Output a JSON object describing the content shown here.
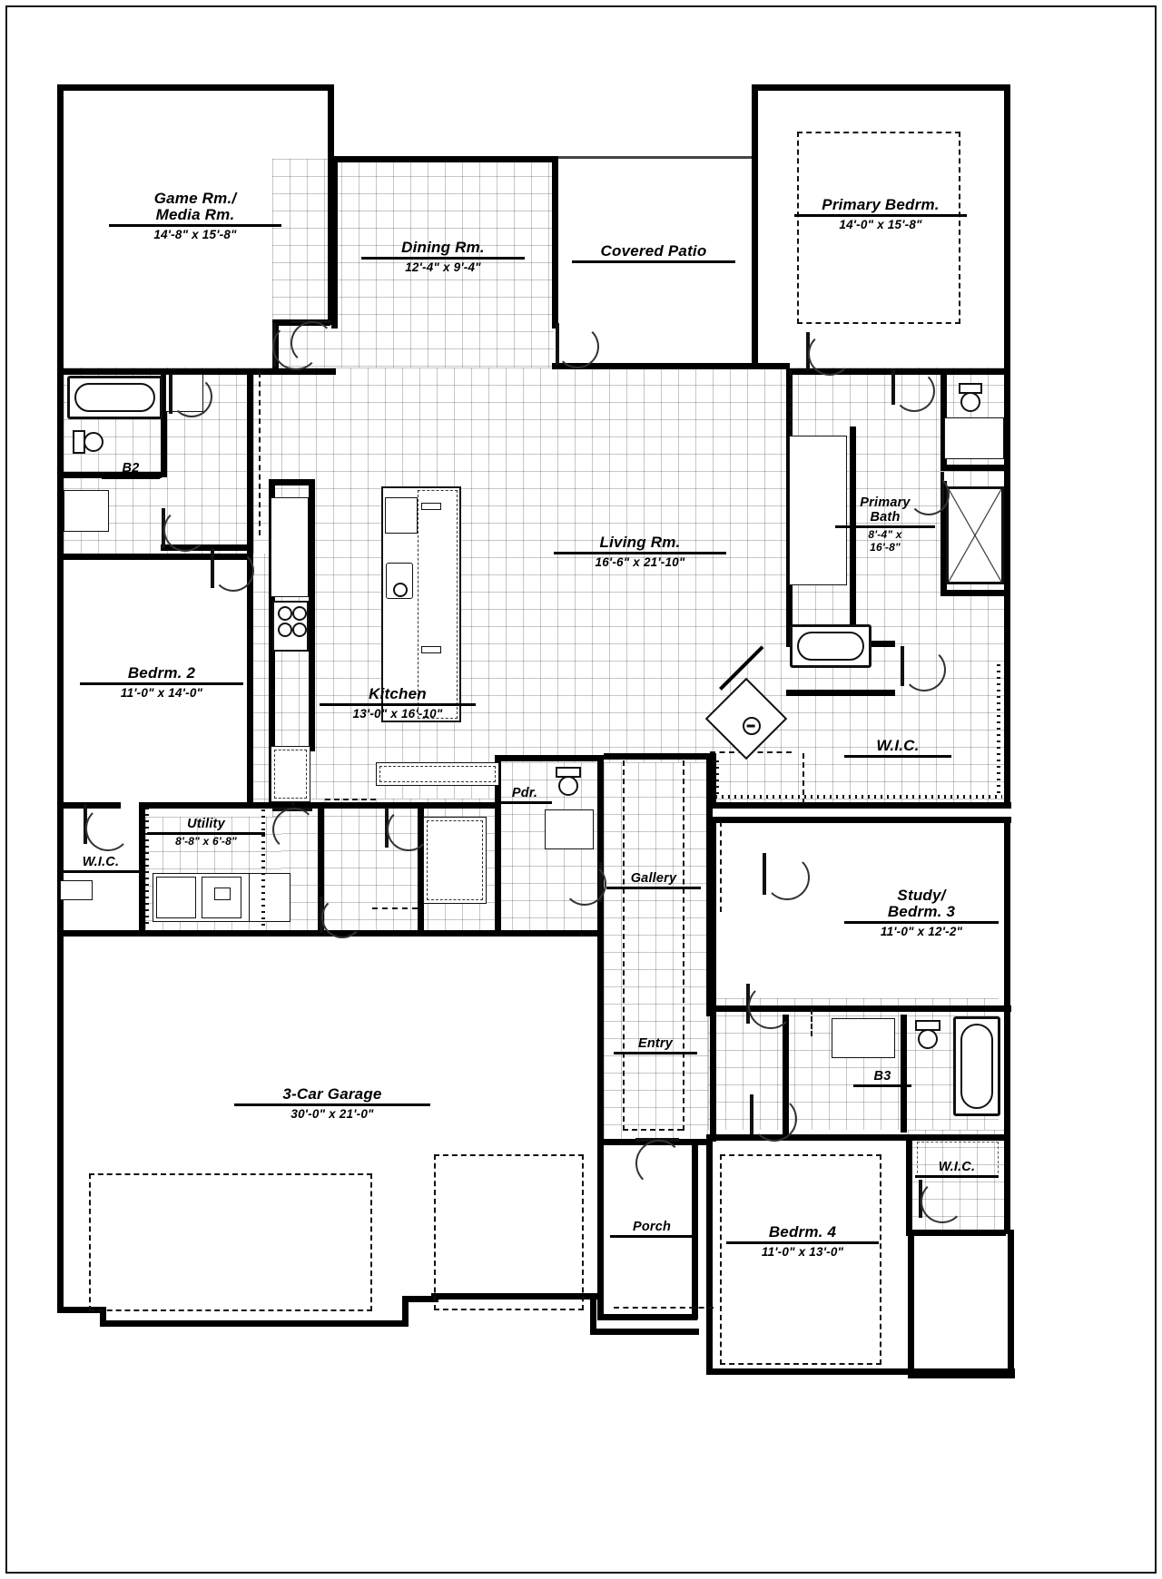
{
  "plan": {
    "rooms": [
      {
        "id": "game_media",
        "name_line1": "Game  Rm./",
        "name_line2": "Media  Rm.",
        "dim": "14'-8\" x 15'-8\""
      },
      {
        "id": "dining",
        "name_line1": "Dining  Rm.",
        "dim": "12'-4\" x 9'-4\""
      },
      {
        "id": "covered_patio",
        "name_line1": "Covered  Patio",
        "dim": ""
      },
      {
        "id": "primary_bedrm",
        "name_line1": "Primary  Bedrm.",
        "dim": "14'-0\" x 15'-8\""
      },
      {
        "id": "b2",
        "name_line1": "B2",
        "dim": ""
      },
      {
        "id": "living",
        "name_line1": "Living  Rm.",
        "dim": "16'-6\" x 21'-10\""
      },
      {
        "id": "primary_bath",
        "name_line1": "Primary",
        "name_line2": "Bath",
        "dim": "8'-4\" x",
        "dim2": "16'-8\""
      },
      {
        "id": "bedrm2",
        "name_line1": "Bedrm.  2",
        "dim": "11'-0\" x 14'-0\""
      },
      {
        "id": "kitchen",
        "name_line1": "Kitchen",
        "dim": "13'-0\" x 16'-10\""
      },
      {
        "id": "wic_primary",
        "name_line1": "W.I.C.",
        "dim": ""
      },
      {
        "id": "utility",
        "name_line1": "Utility",
        "dim": "8'-8\" x 6'-8\""
      },
      {
        "id": "pdr",
        "name_line1": "Pdr.",
        "dim": ""
      },
      {
        "id": "wic_bed2",
        "name_line1": "W.I.C.",
        "dim": ""
      },
      {
        "id": "gallery",
        "name_line1": "Gallery",
        "dim": ""
      },
      {
        "id": "study_bedrm3",
        "name_line1": "Study/",
        "name_line2": "Bedrm.  3",
        "dim": "11'-0\" x 12'-2\""
      },
      {
        "id": "entry",
        "name_line1": "Entry",
        "dim": ""
      },
      {
        "id": "b3",
        "name_line1": "B3",
        "dim": ""
      },
      {
        "id": "garage",
        "name_line1": "3-Car  Garage",
        "dim": "30'-0\" x 21'-0\""
      },
      {
        "id": "wic_bed4",
        "name_line1": "W.I.C.",
        "dim": ""
      },
      {
        "id": "porch",
        "name_line1": "Porch",
        "dim": ""
      },
      {
        "id": "bedrm4",
        "name_line1": "Bedrm.  4",
        "dim": "11'-0\" x 13'-0\""
      }
    ],
    "colors": {
      "wall": "#000000",
      "tile_grid": "#d0d0d0",
      "paper": "#ffffff",
      "border": "#111111"
    }
  }
}
